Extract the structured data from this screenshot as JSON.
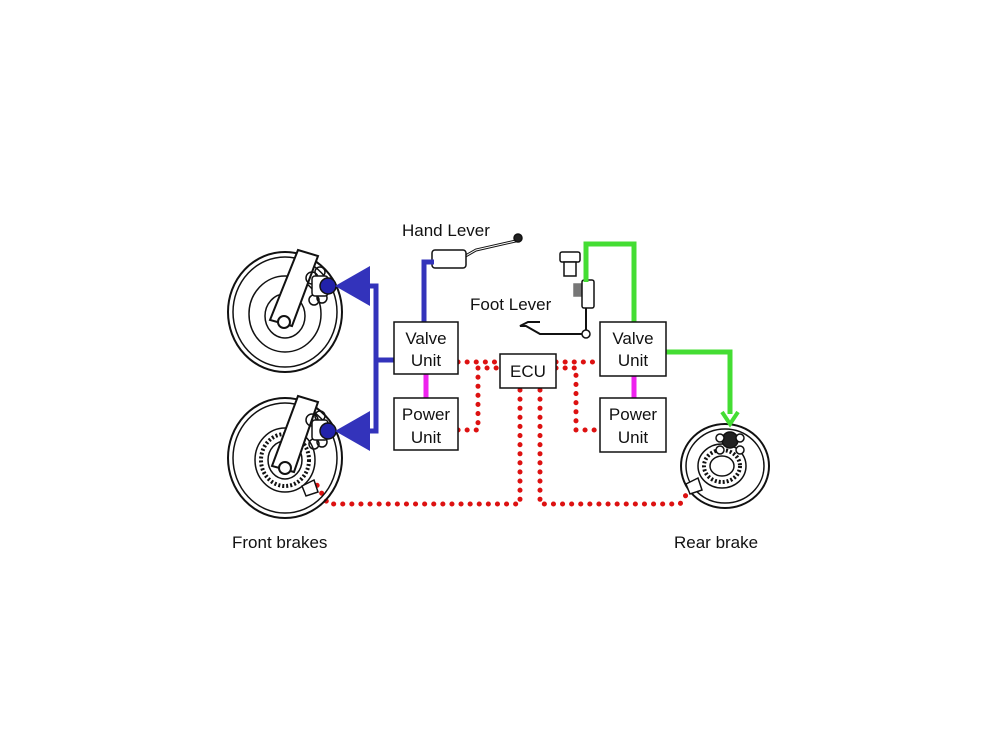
{
  "labels": {
    "hand_lever": "Hand Lever",
    "foot_lever": "Foot Lever",
    "front_brakes": "Front brakes",
    "rear_brake": "Rear brake",
    "ecu": "ECU"
  },
  "front_valve_unit": {
    "line1": "Valve",
    "line2": "Unit"
  },
  "front_power_unit": {
    "line1": "Power",
    "line2": "Unit"
  },
  "rear_valve_unit": {
    "line1": "Valve",
    "line2": "Unit"
  },
  "rear_power_unit": {
    "line1": "Power",
    "line2": "Unit"
  },
  "colors": {
    "front_hydraulic": "#3333bb",
    "rear_hydraulic": "#44dd33",
    "signal": "#dd1111",
    "power_link": "#ee22ee",
    "outline": "#111111"
  }
}
